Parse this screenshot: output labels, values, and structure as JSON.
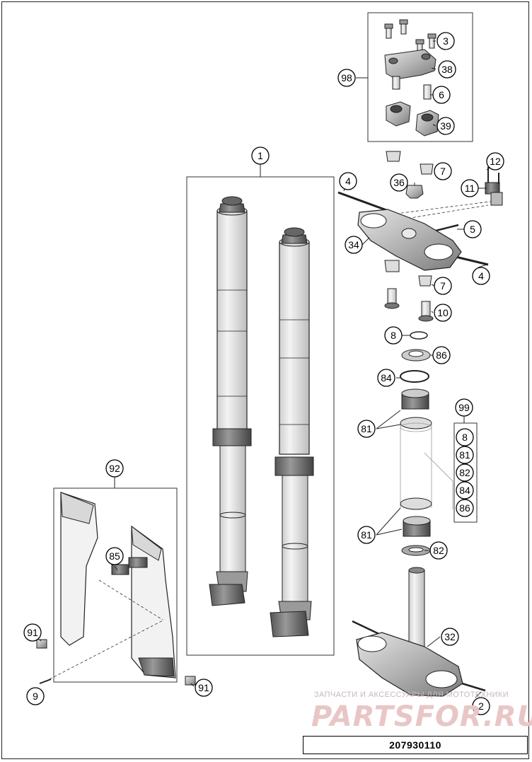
{
  "diagram": {
    "part_number": "207930110",
    "watermark": {
      "line": "ЗАПЧАСТИ И АКСЕССУАРЫ ДЛЯ МОТОТЕХНИКИ",
      "logo": "PARTSFOR.RU"
    },
    "callouts": [
      {
        "id": "c1",
        "label": "1"
      },
      {
        "id": "c2",
        "label": "2"
      },
      {
        "id": "c3",
        "label": "3"
      },
      {
        "id": "c4a",
        "label": "4"
      },
      {
        "id": "c4b",
        "label": "4"
      },
      {
        "id": "c5",
        "label": "5"
      },
      {
        "id": "c6",
        "label": "6"
      },
      {
        "id": "c7a",
        "label": "7"
      },
      {
        "id": "c7b",
        "label": "7"
      },
      {
        "id": "c8",
        "label": "8"
      },
      {
        "id": "c9",
        "label": "9"
      },
      {
        "id": "c10",
        "label": "10"
      },
      {
        "id": "c11",
        "label": "11"
      },
      {
        "id": "c12",
        "label": "12"
      },
      {
        "id": "c32",
        "label": "32"
      },
      {
        "id": "c34",
        "label": "34"
      },
      {
        "id": "c36",
        "label": "36"
      },
      {
        "id": "c38",
        "label": "38"
      },
      {
        "id": "c39",
        "label": "39"
      },
      {
        "id": "c81a",
        "label": "81"
      },
      {
        "id": "c81b",
        "label": "81"
      },
      {
        "id": "c82",
        "label": "82"
      },
      {
        "id": "c84",
        "label": "84"
      },
      {
        "id": "c85",
        "label": "85"
      },
      {
        "id": "c86",
        "label": "86"
      },
      {
        "id": "c91a",
        "label": "91"
      },
      {
        "id": "c91b",
        "label": "91"
      },
      {
        "id": "c92",
        "label": "92"
      },
      {
        "id": "c98",
        "label": "98"
      },
      {
        "id": "c99",
        "label": "99"
      }
    ],
    "kit_99_items": [
      "8",
      "81",
      "82",
      "84",
      "86"
    ]
  }
}
